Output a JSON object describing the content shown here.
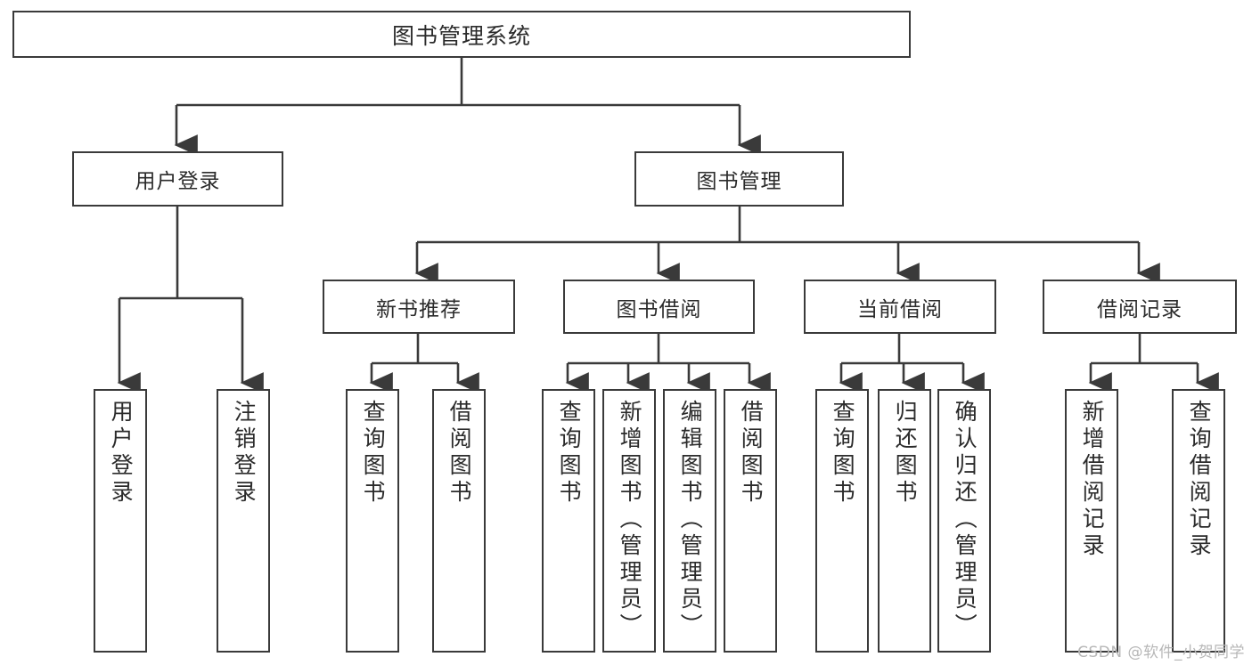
{
  "diagram": {
    "title": "图书管理系统",
    "root": {
      "label": "图书管理系统"
    },
    "level2": [
      {
        "label": "用户登录"
      },
      {
        "label": "图书管理"
      }
    ],
    "level3": [
      {
        "label": "新书推荐"
      },
      {
        "label": "图书借阅"
      },
      {
        "label": "当前借阅"
      },
      {
        "label": "借阅记录"
      }
    ],
    "leaves": {
      "user_login": [
        {
          "label": "用户登录"
        },
        {
          "label": "注销登录"
        }
      ],
      "new_book_recommend": [
        {
          "label": "查询图书"
        },
        {
          "label": "借阅图书"
        }
      ],
      "book_borrow": [
        {
          "label": "查询图书"
        },
        {
          "label": "新增图书（管理员）"
        },
        {
          "label": "编辑图书（管理员）"
        },
        {
          "label": "借阅图书"
        }
      ],
      "current_borrow": [
        {
          "label": "查询图书"
        },
        {
          "label": "归还图书"
        },
        {
          "label": "确认归还（管理员）"
        }
      ],
      "borrow_record": [
        {
          "label": "新增借阅记录"
        },
        {
          "label": "查询借阅记录"
        }
      ]
    }
  },
  "watermark": {
    "text": "CSDN @软件_小贺同学"
  },
  "colors": {
    "stroke": "#3a3a3a",
    "background": "#ffffff",
    "text": "#2b2b2b",
    "watermark": "#b7b7b7"
  }
}
